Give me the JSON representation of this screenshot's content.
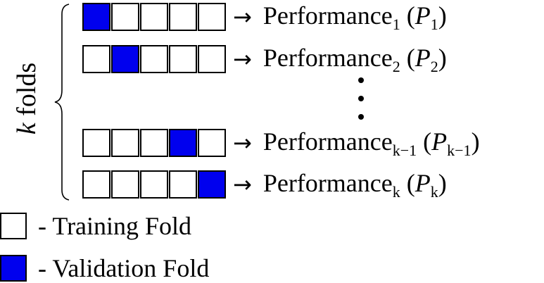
{
  "side_label": {
    "k": "k",
    "rest": " folds"
  },
  "arrow": "→",
  "fold_count": 5,
  "colors": {
    "validation": "#0000ee",
    "training": "#ffffff"
  },
  "rows": [
    {
      "validation_index": 0,
      "word": "Performance",
      "sub": "1",
      "sym": "P",
      "symsub": "1"
    },
    {
      "validation_index": 1,
      "word": "Performance",
      "sub": "2",
      "sym": "P",
      "symsub": "2"
    },
    {
      "validation_index": 3,
      "word": "Performance",
      "sub": "k−1",
      "sym": "P",
      "symsub": "k−1"
    },
    {
      "validation_index": 4,
      "word": "Performance",
      "sub": "k",
      "sym": "P",
      "symsub": "k"
    }
  ],
  "legend": {
    "training": "- Training Fold",
    "validation": "- Validation Fold"
  }
}
